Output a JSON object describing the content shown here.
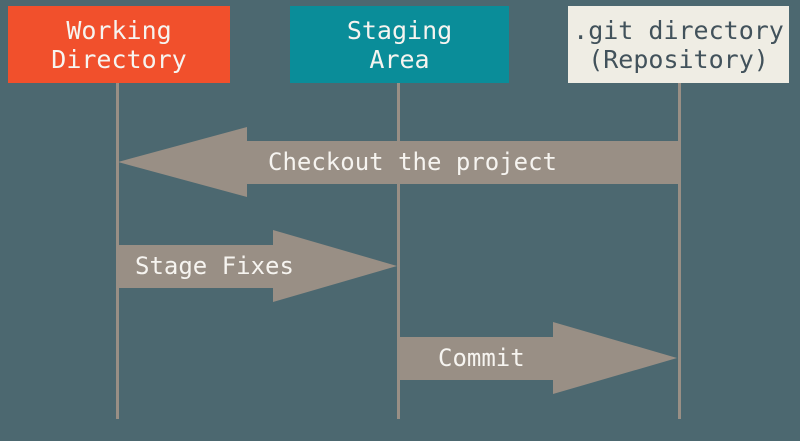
{
  "colors": {
    "background": "#4C6870",
    "lines_and_arrows": "#998F85",
    "arrow_text": "#F6F4F0"
  },
  "columns": [
    {
      "id": "working-directory",
      "line1": "Working",
      "line2": "Directory",
      "fill": "#F1502C",
      "text": "#F6F4F0"
    },
    {
      "id": "staging-area",
      "line1": "Staging",
      "line2": "Area",
      "fill": "#0A8D99",
      "text": "#F6F4F0"
    },
    {
      "id": "git-directory",
      "line1": ".git directory",
      "line2": "(Repository)",
      "fill": "#EFEDE4",
      "text": "#42525B"
    }
  ],
  "arrows": [
    {
      "id": "checkout",
      "label": "Checkout the project",
      "direction": "left"
    },
    {
      "id": "stage-fixes",
      "label": "Stage Fixes",
      "direction": "right"
    },
    {
      "id": "commit",
      "label": "Commit",
      "direction": "right"
    }
  ]
}
